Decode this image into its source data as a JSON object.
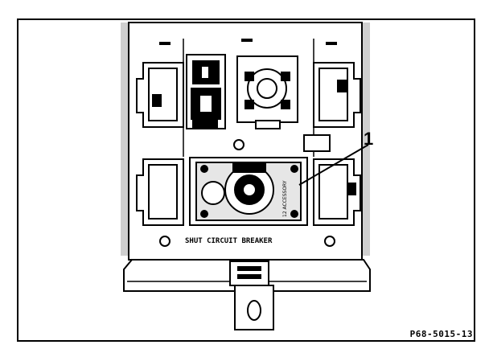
{
  "figure": {
    "callout_number": "1",
    "figure_id": "P68-5015-13",
    "panel_label": "SHUT CIRCUIT BREAKER",
    "plug_label": "12 ACCESSORY",
    "handle_label": "O"
  },
  "colors": {
    "ink": "#000000",
    "paper": "#ffffff",
    "shade": "#cfcfcf"
  }
}
